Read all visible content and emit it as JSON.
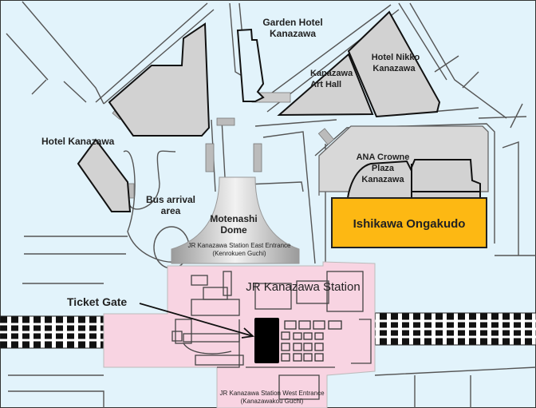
{
  "map": {
    "labels": {
      "garden_hotel_1": "Garden Hotel",
      "garden_hotel_2": "Kanazawa",
      "nikko_1": "Hotel Nikko",
      "nikko_2": "Kanazawa",
      "art_hall_1": "Kanazawa",
      "art_hall_2": "Art Hall",
      "hotel_kanazawa": "Hotel Kanazawa",
      "ana_1": "ANA Crowne",
      "ana_2": "Plaza",
      "ana_3": "Kanazawa",
      "bus_1": "Bus arrival",
      "bus_2": "area",
      "dome_1": "Motenashi",
      "dome_2": "Dome",
      "east_1": "JR Kanazawa  Station  East Entrance",
      "east_2": "(Kenrokuen Guchi)",
      "station": "JR Kanazawa Station",
      "ticket_gate": "Ticket Gate",
      "ongakudo": "Ishikawa Ongakudo",
      "west_1": "JR Kanazawa  Station  West Entrance",
      "west_2": "(Kanazawakou Guchi)"
    },
    "colors": {
      "background": "#e2f3fb",
      "building": "#d2d2d2",
      "station": "#f8d4e2",
      "ongakudo": "#fdb813",
      "ticket_gate": "#000000"
    }
  }
}
